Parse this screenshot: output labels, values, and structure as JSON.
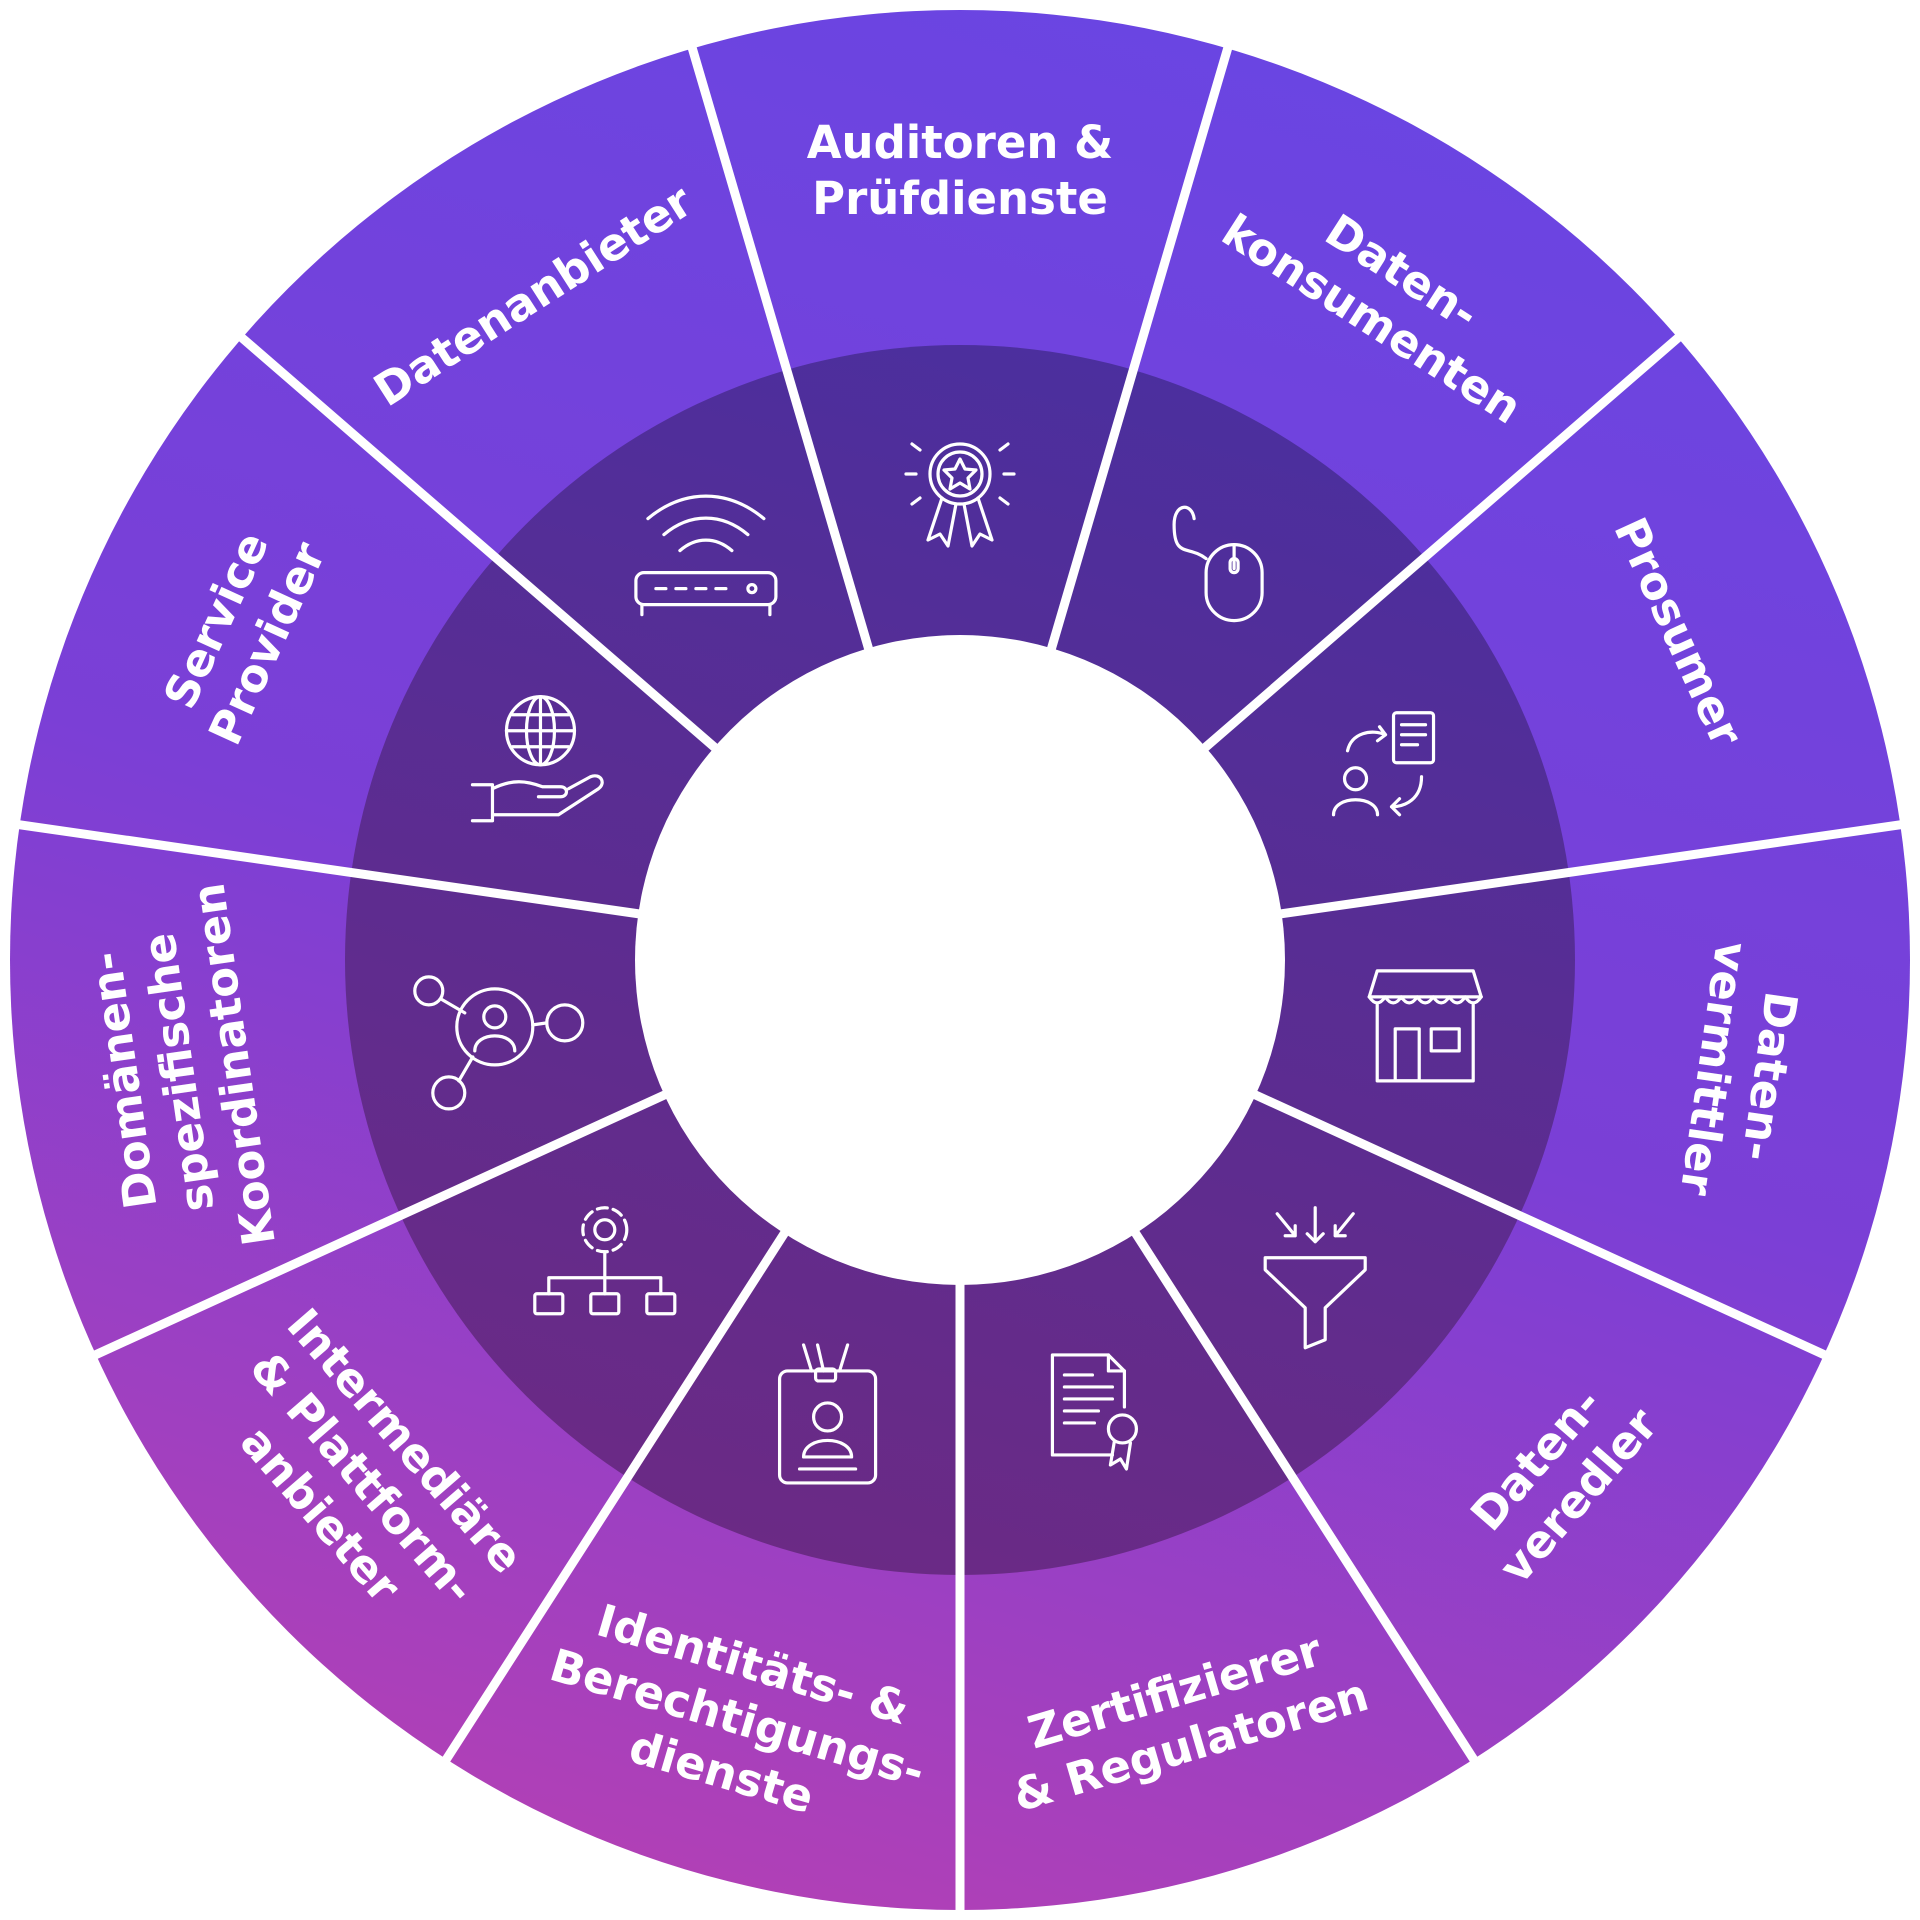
{
  "colors": {
    "outer_top": "#6a45e2",
    "outer_mid": "#7b3fd6",
    "outer_bottom": "#b440b4",
    "inner_top": "#4b2f9e",
    "inner_bottom": "#6c2a84",
    "separator": "#ffffff",
    "center": "#ffffff"
  },
  "segments": [
    {
      "label_lines": [
        "Auditoren &",
        "Prüfdienste"
      ],
      "icon": "award-badge-icon"
    },
    {
      "label_lines": [
        "Daten-",
        "konsumenten"
      ],
      "icon": "computer-mouse-icon"
    },
    {
      "label_lines": [
        "Prosumer"
      ],
      "icon": "user-document-exchange-icon"
    },
    {
      "label_lines": [
        "Daten-",
        "vermittler"
      ],
      "icon": "storefront-icon"
    },
    {
      "label_lines": [
        "Daten-",
        "veredler"
      ],
      "icon": "funnel-filter-icon"
    },
    {
      "label_lines": [
        "Zertifizierer",
        "& Regulatoren"
      ],
      "icon": "certificate-document-icon"
    },
    {
      "label_lines": [
        "Identitäts- &",
        "Berechtigungs-",
        "dienste"
      ],
      "icon": "id-badge-icon"
    },
    {
      "label_lines": [
        "Intermediäre",
        "& Plattform-",
        "anbieter"
      ],
      "icon": "gear-hierarchy-icon"
    },
    {
      "label_lines": [
        "Domänen-",
        "spezifische",
        "Koordinatoren"
      ],
      "icon": "user-network-icon"
    },
    {
      "label_lines": [
        "Service",
        "Provider"
      ],
      "icon": "globe-hand-icon"
    },
    {
      "label_lines": [
        "Datenanbieter"
      ],
      "icon": "wifi-router-icon"
    }
  ]
}
